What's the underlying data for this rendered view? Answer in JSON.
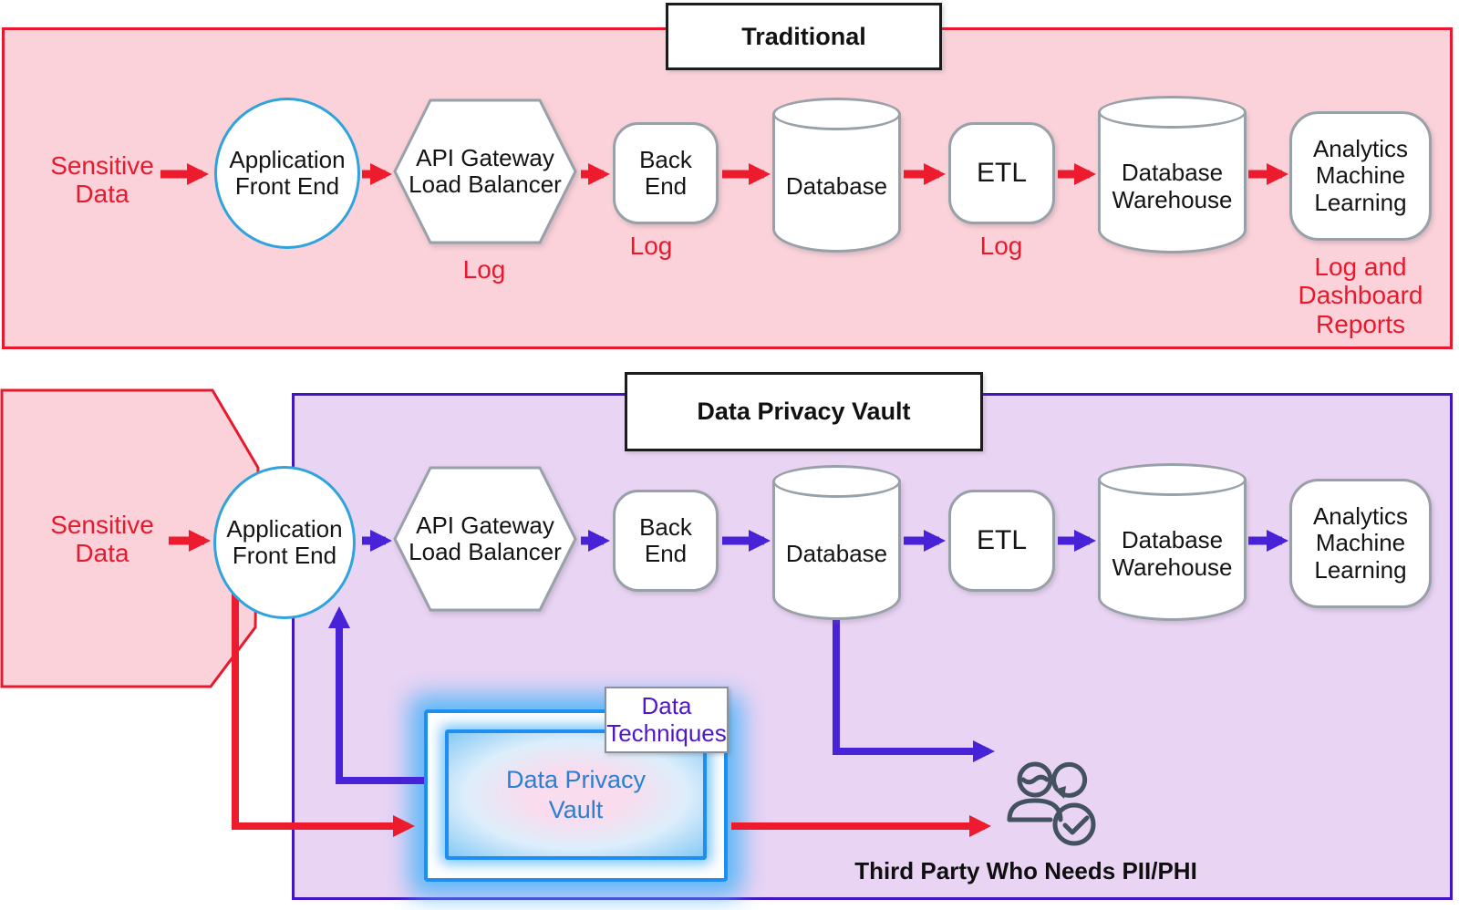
{
  "colors": {
    "traditional_fill": "#fbd2d9",
    "traditional_border": "#e8192d",
    "vault_fill": "#ead4f4",
    "vault_border": "#4214c4",
    "red_arrow": "#ec1b2e",
    "indigo_arrow": "#4822d6",
    "circle_border": "#2ea3dc",
    "shape_border": "#98a0a8",
    "vault_box_border": "#1e8ef0",
    "vault_glow": "#56b6f8",
    "vault_label_text": "#2a7fd0",
    "techniques_text": "#4e17c8",
    "third_party_icon": "#42525e"
  },
  "traditional": {
    "title": "Traditional",
    "source_label": "Sensitive Data",
    "nodes": [
      {
        "label": "Application Front End"
      },
      {
        "label": "API Gateway Load Balancer",
        "log": "Log"
      },
      {
        "label": "Back End",
        "log": "Log"
      },
      {
        "label": "Database"
      },
      {
        "label": "ETL",
        "log": "Log"
      },
      {
        "label": "Database Warehouse"
      },
      {
        "label": "Analytics Machine Learning",
        "log": "Log and Dashboard Reports"
      }
    ]
  },
  "vault_section": {
    "title": "Data Privacy Vault",
    "source_label": "Sensitive Data",
    "nodes": [
      {
        "label": "Application Front End"
      },
      {
        "label": "API Gateway Load Balancer"
      },
      {
        "label": "Back End"
      },
      {
        "label": "Database"
      },
      {
        "label": "ETL"
      },
      {
        "label": "Database Warehouse"
      },
      {
        "label": "Analytics Machine Learning"
      }
    ],
    "vault_box_label": "Data Privacy Vault",
    "techniques_label": "Data Techniques",
    "third_party_label": "Third Party Who Needs PII/PHI"
  }
}
